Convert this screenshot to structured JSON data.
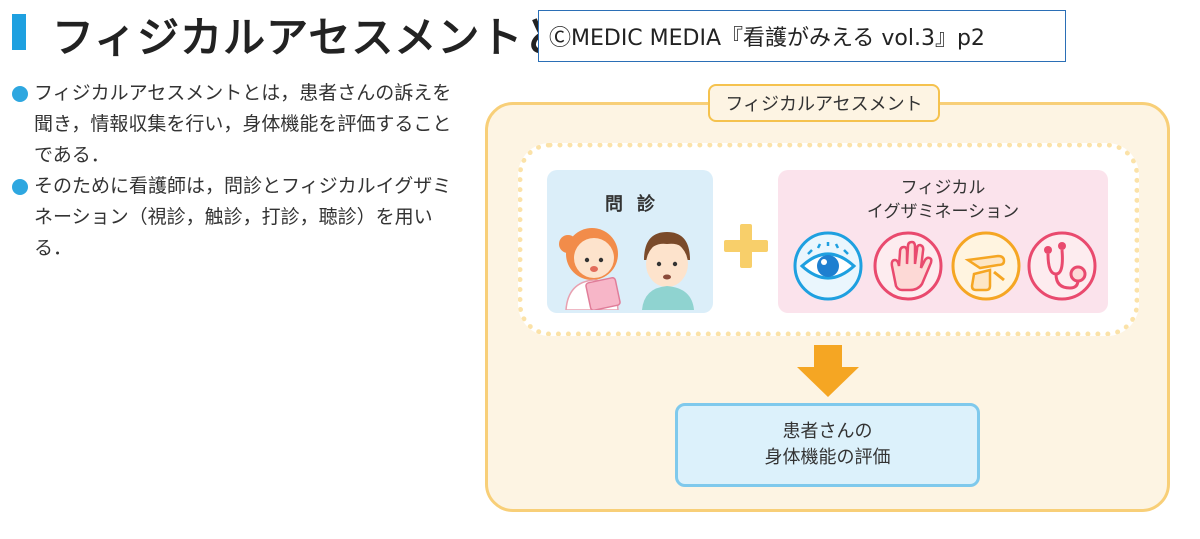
{
  "header": {
    "title": "フィジカルアセスメントとは",
    "copyright": "ⒸMEDIC MEDIA『看護がみえる vol.3』p2"
  },
  "bullets": [
    "フィジカルアセスメントとは，患者さんの訴えを聞き，情報収集を行い，身体機能を評価することである．",
    "そのために看護師は，問診とフィジカルイグザミネーション（視診，触診，打診，聴診）を用いる．"
  ],
  "diagram": {
    "tag": "フィジカルアセスメント",
    "monshin": "問診",
    "exam_line1": "フィジカル",
    "exam_line2": "イグザミネーション",
    "result_line1": "患者さんの",
    "result_line2": "身体機能の評価",
    "icons": [
      "eye-icon",
      "hand-icon",
      "percussion-icon",
      "stethoscope-icon"
    ]
  },
  "colors": {
    "accent": "#1ea0e0",
    "panel_border": "#f8cf78",
    "arrow": "#f5a623"
  }
}
